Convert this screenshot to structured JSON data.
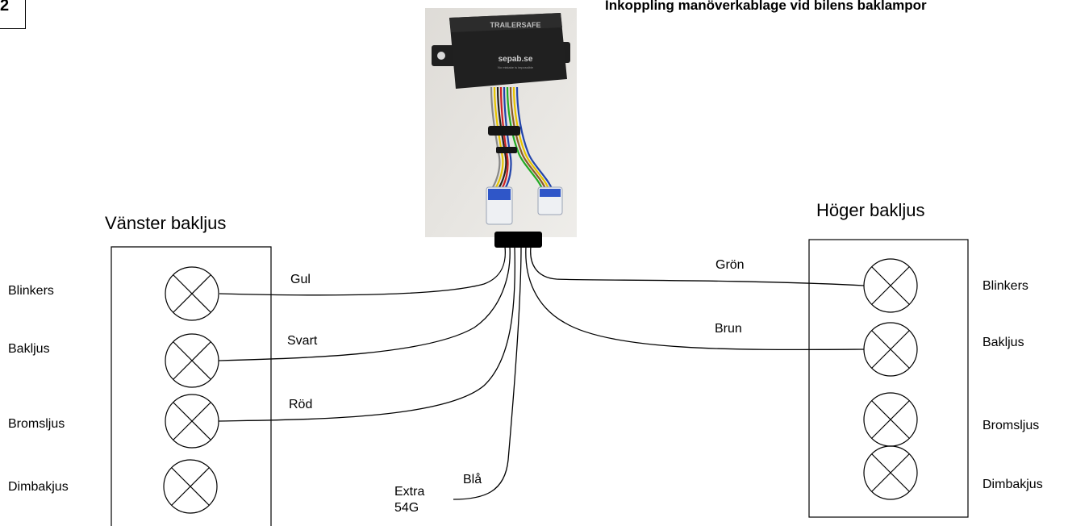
{
  "page_number": "2",
  "header_title": "Inkoppling manöverkablage vid bilens baklampor",
  "device": {
    "brand": "TRAILERSAFE",
    "website": "sepab.se",
    "tagline": "No mistake is impossible"
  },
  "left_side": {
    "title": "Vänster bakljus",
    "lamps": [
      "Blinkers",
      "Bakljus",
      "Bromsljus",
      "Dimbakjus"
    ]
  },
  "right_side": {
    "title": "Höger bakljus",
    "lamps": [
      "Blinkers",
      "Bakljus",
      "Bromsljus",
      "Dimbakjus"
    ]
  },
  "wires": {
    "gul": "Gul",
    "svart": "Svart",
    "rod": "Röd",
    "bla": "Blå",
    "gron": "Grön",
    "brun": "Brun"
  },
  "extra": {
    "line1": "Extra",
    "line2": "54G"
  }
}
